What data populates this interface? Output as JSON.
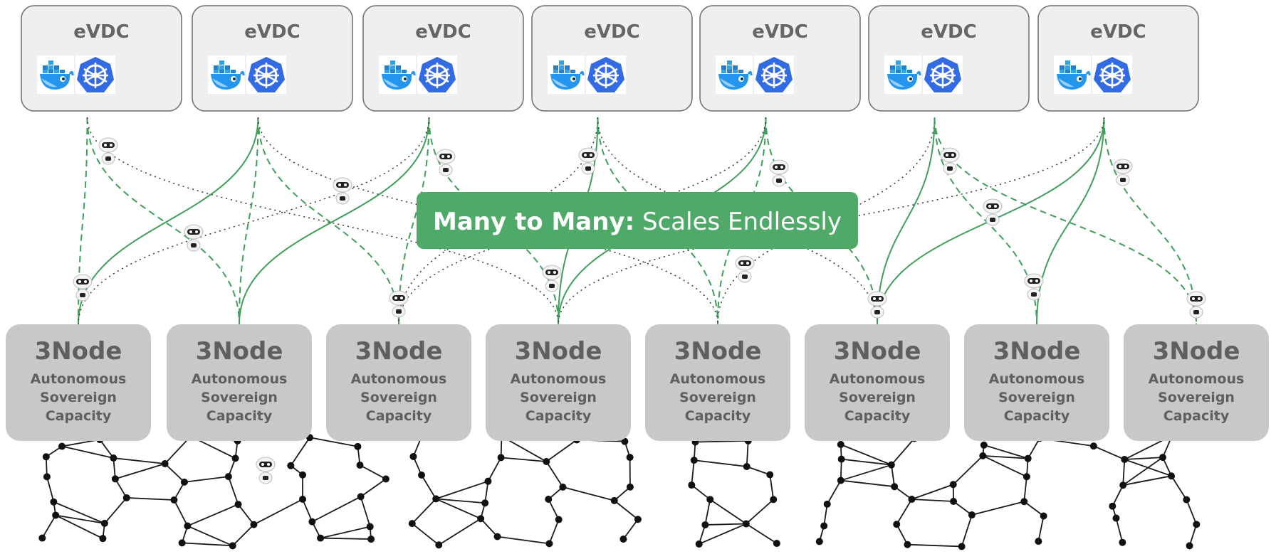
{
  "evdc_boxes": [
    {
      "title": "eVDC",
      "icons": [
        "docker-icon",
        "kubernetes-icon"
      ]
    },
    {
      "title": "eVDC",
      "icons": [
        "docker-icon",
        "kubernetes-icon"
      ]
    },
    {
      "title": "eVDC",
      "icons": [
        "docker-icon",
        "kubernetes-icon"
      ]
    },
    {
      "title": "eVDC",
      "icons": [
        "docker-icon",
        "kubernetes-icon"
      ]
    },
    {
      "title": "eVDC",
      "icons": [
        "docker-icon",
        "kubernetes-icon"
      ]
    },
    {
      "title": "eVDC",
      "icons": [
        "docker-icon",
        "kubernetes-icon"
      ]
    },
    {
      "title": "eVDC",
      "icons": [
        "docker-icon",
        "kubernetes-icon"
      ]
    }
  ],
  "nodes": [
    {
      "title": "3Node",
      "lines": [
        "Autonomous",
        "Sovereign",
        "Capacity"
      ]
    },
    {
      "title": "3Node",
      "lines": [
        "Autonomous",
        "Sovereign",
        "Capacity"
      ]
    },
    {
      "title": "3Node",
      "lines": [
        "Autonomous",
        "Sovereign",
        "Capacity"
      ]
    },
    {
      "title": "3Node",
      "lines": [
        "Autonomous",
        "Sovereign",
        "Capacity"
      ]
    },
    {
      "title": "3Node",
      "lines": [
        "Autonomous",
        "Sovereign",
        "Capacity"
      ]
    },
    {
      "title": "3Node",
      "lines": [
        "Autonomous",
        "Sovereign",
        "Capacity"
      ]
    },
    {
      "title": "3Node",
      "lines": [
        "Autonomous",
        "Sovereign",
        "Capacity"
      ]
    },
    {
      "title": "3Node",
      "lines": [
        "Autonomous",
        "Sovereign",
        "Capacity"
      ]
    }
  ],
  "banner": {
    "bold": "Many to Many:",
    "light": " Scales Endlessly"
  },
  "colors": {
    "evdc_fill": "#efefef",
    "evdc_stroke": "#6b6b6b",
    "node_fill": "#c8c8c8",
    "banner_fill": "#4faa6a",
    "green_line": "#3f9f5a",
    "dotted_line": "#333333",
    "docker_blue": "#2496ed",
    "k8s_blue": "#326ce5"
  }
}
